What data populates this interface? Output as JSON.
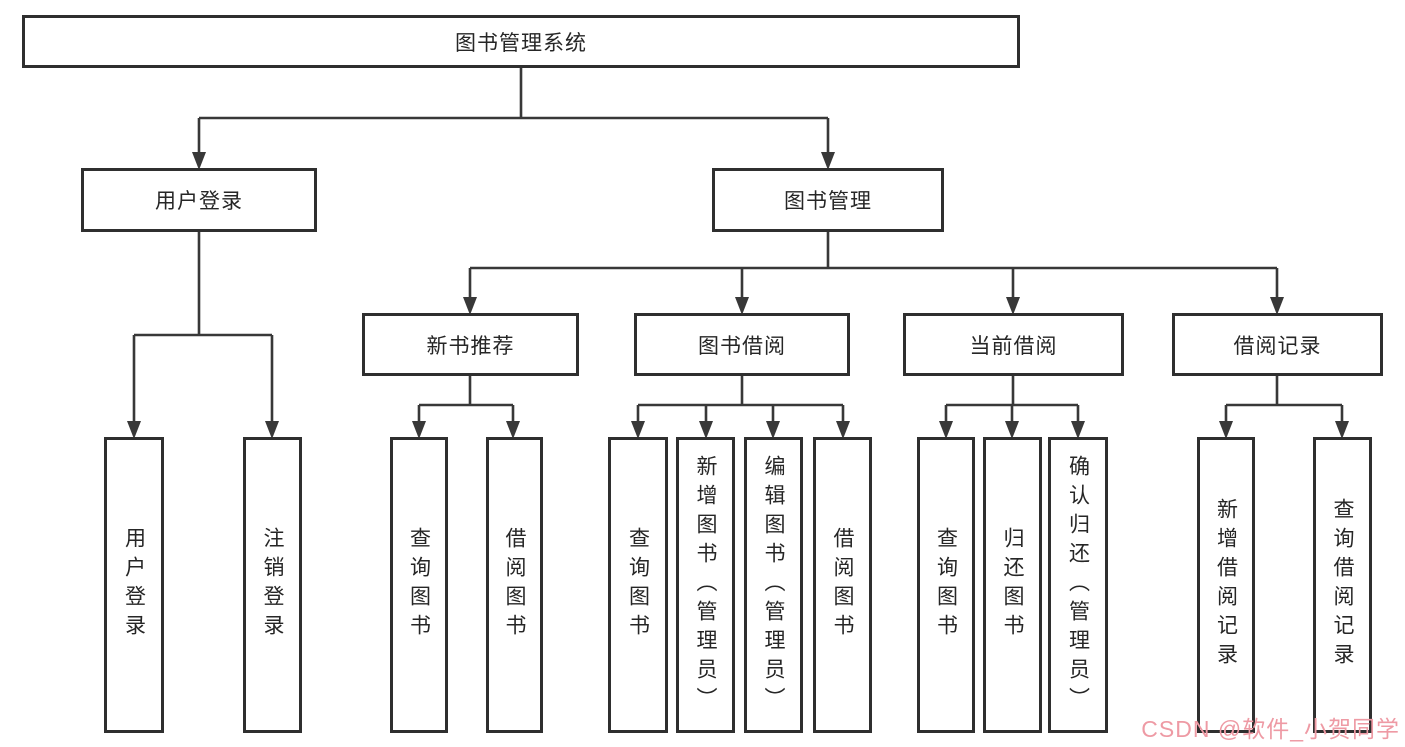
{
  "diagram": {
    "title_node": {
      "label": "图书管理系统"
    },
    "level2": [
      {
        "label": "用户登录"
      },
      {
        "label": "图书管理"
      }
    ],
    "level3": [
      {
        "label": "新书推荐"
      },
      {
        "label": "图书借阅"
      },
      {
        "label": "当前借阅"
      },
      {
        "label": "借阅记录"
      }
    ],
    "leaves": [
      {
        "label": "用户登录"
      },
      {
        "label": "注销登录"
      },
      {
        "label": "查询图书"
      },
      {
        "label": "借阅图书"
      },
      {
        "label": "查询图书"
      },
      {
        "label": "新增图书（管理员）"
      },
      {
        "label": "编辑图书（管理员）"
      },
      {
        "label": "借阅图书"
      },
      {
        "label": "查询图书"
      },
      {
        "label": "归还图书"
      },
      {
        "label": "确认归还（管理员）"
      },
      {
        "label": "新增借阅记录"
      },
      {
        "label": "查询借阅记录"
      }
    ],
    "colors": {
      "line": "#383838",
      "border": "#2f2f2f",
      "text": "#262626",
      "watermark": "#ee9aa4"
    }
  },
  "watermark": {
    "text": "CSDN @软件_小贺同学"
  }
}
